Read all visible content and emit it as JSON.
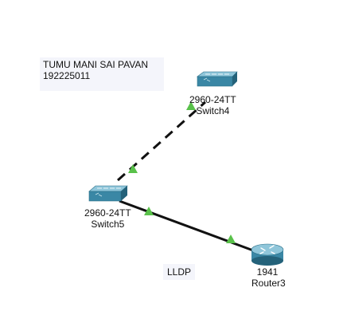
{
  "notes": {
    "name_line1": "TUMU MANI SAI PAVAN",
    "name_line2": "192225011",
    "protocol": "LLDP"
  },
  "devices": {
    "switch4": {
      "model": "2960-24TT",
      "name": "Switch4",
      "icon": "switch-icon"
    },
    "switch5": {
      "model": "2960-24TT",
      "name": "Switch5",
      "icon": "switch-icon"
    },
    "router3": {
      "model": "1941",
      "name": "Router3",
      "icon": "router-icon"
    }
  },
  "links": [
    {
      "from": "Switch5",
      "to": "Switch4",
      "style": "dashed",
      "status_color": "#59c14a"
    },
    {
      "from": "Switch5",
      "to": "Router3",
      "style": "solid",
      "status_color": "#59c14a"
    }
  ],
  "colors": {
    "device_body": "#2f7f9c",
    "device_top": "#6fb3cc",
    "link_indicator": "#59c14a",
    "note_bg": "#f4f5fb"
  }
}
